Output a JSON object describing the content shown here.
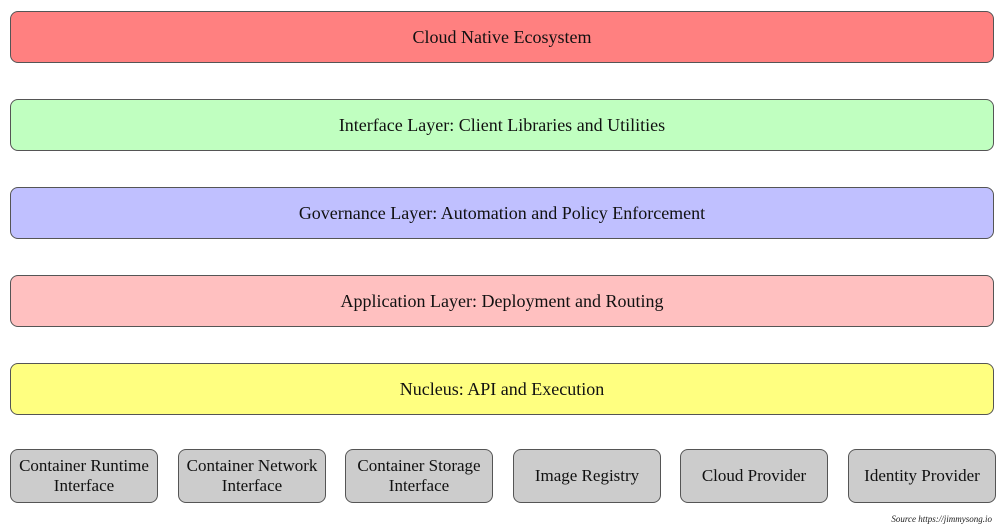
{
  "layers": [
    {
      "label": "Cloud Native Ecosystem",
      "color": "#ff8080"
    },
    {
      "label": "Interface Layer: Client Libraries and Utilities",
      "color": "#c0ffc0"
    },
    {
      "label": "Governance Layer: Automation and Policy Enforcement",
      "color": "#c0c0ff"
    },
    {
      "label": "Application Layer: Deployment and Routing",
      "color": "#ffc0c0"
    },
    {
      "label": "Nucleus: API and Execution",
      "color": "#ffff80"
    }
  ],
  "components": [
    {
      "label": "Container Runtime Interface"
    },
    {
      "label": "Container Network Interface"
    },
    {
      "label": "Container Storage Interface"
    },
    {
      "label": "Image Registry"
    },
    {
      "label": "Cloud Provider"
    },
    {
      "label": "Identity Provider"
    }
  ],
  "component_color": "#cccccc",
  "source": "Source https://jimmysong.io"
}
